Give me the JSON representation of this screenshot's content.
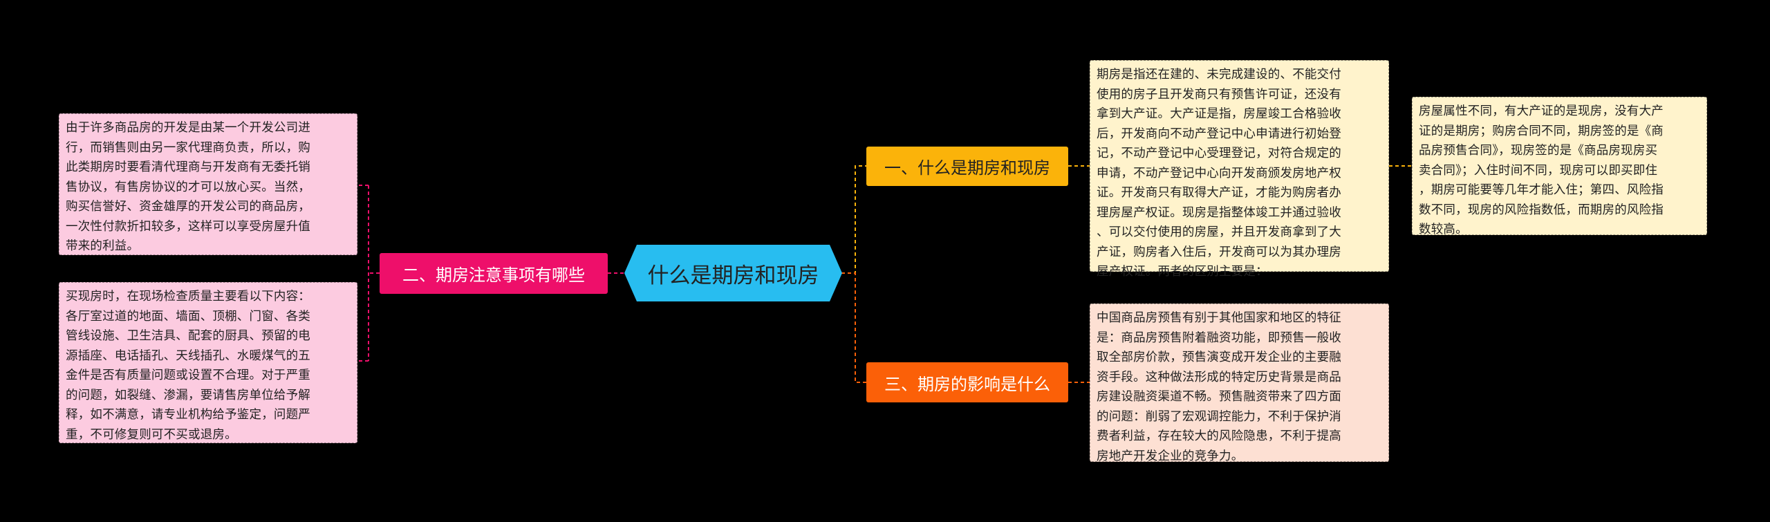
{
  "root": {
    "label": "什么是期房和现房",
    "color": "#28bdf0"
  },
  "branches": {
    "b1": {
      "label": "一、什么是期房和现房",
      "color": "#fbb30a"
    },
    "b2": {
      "label": "二、期房注意事项有哪些",
      "color": "#ee0f6a"
    },
    "b3": {
      "label": "三、期房的影响是什么",
      "color": "#fb6008"
    }
  },
  "notes": {
    "n1": {
      "text": "期房是指还在建的、未完成建设的、不能交付\n使用的房子且开发商只有预售许可证，还没有\n拿到大产证。大产证是指，房屋竣工合格验收\n后，开发商向不动产登记中心申请进行初始登\n记，不动产登记中心受理登记，对符合规定的\n申请，不动产登记中心向开发商颁发房地产权\n证。开发商只有取得大产证，才能为购房者办\n理房屋产权证。现房是指整体竣工并通过验收\n、可以交付使用的房屋，并且开发商拿到了大\n产证，购房者入住后，开发商可以为其办理房\n屋产权证。两者的区别主要是：",
      "color": "#fff3cc"
    },
    "n2": {
      "text": "房屋属性不同，有大产证的是现房，没有大产\n证的是期房；购房合同不同，期房签的是《商\n品房预售合同》，现房签的是《商品房现房买\n卖合同》；入住时间不同，现房可以即买即住\n，期房可能要等几年才能入住；第四、风险指\n数不同，现房的风险指数低，而期房的风险指\n数较高。",
      "color": "#fff3cc"
    },
    "n3": {
      "text": "由于许多商品房的开发是由某一个开发公司进\n行，而销售则由另一家代理商负责，所以，购\n此类期房时要看清代理商与开发商有无委托销\n售协议，有售房协议的才可以放心买。当然，\n购买信誉好、资金雄厚的开发公司的商品房，\n一次性付款折扣较多，这样可以享受房屋升值\n带来的利益。",
      "color": "#fccbe0"
    },
    "n4": {
      "text": "买现房时，在现场检查质量主要看以下内容：\n各厅室过道的地面、墙面、顶棚、门窗、各类\n管线设施、卫生洁具、配套的厨具、预留的电\n源插座、电话插孔、天线插孔、水暖煤气的五\n金件是否有质量问题或设置不合理。对于严重\n的问题，如裂缝、渗漏，要请售房单位给予解\n释，如不满意，请专业机构给予鉴定，问题严\n重，不可修复则可不买或退房。",
      "color": "#fccbe0"
    },
    "n5": {
      "text": "中国商品房预售有别于其他国家和地区的特征\n是：商品房预售附着融资功能，即预售一般收\n取全部房价款，预售演变成开发企业的主要融\n资手段。这种做法形成的特定历史背景是商品\n房建设融资渠道不畅。预售融资带来了四方面\n的问题：削弱了宏观调控能力，不利于保护消\n费者利益，存在较大的风险隐患，不利于提高\n房地产开发企业的竞争力。",
      "color": "#fde0d3"
    }
  }
}
